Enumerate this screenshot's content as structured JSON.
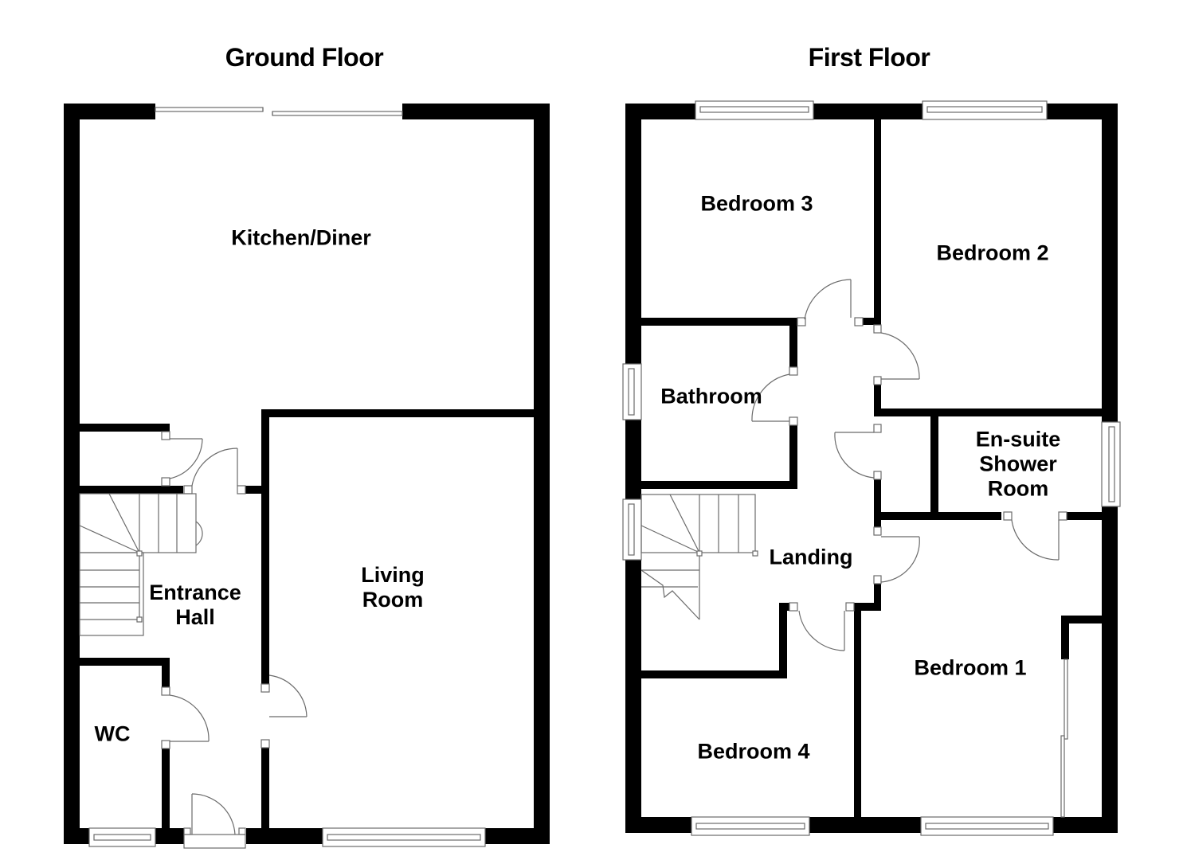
{
  "floors": [
    {
      "id": "ground",
      "title": "Ground Floor",
      "rooms": [
        {
          "id": "kitchen-diner",
          "lines": [
            "Kitchen/Diner"
          ]
        },
        {
          "id": "entrance-hall",
          "lines": [
            "Entrance",
            "Hall"
          ]
        },
        {
          "id": "living-room",
          "lines": [
            "Living",
            "Room"
          ]
        },
        {
          "id": "wc",
          "lines": [
            "WC"
          ]
        }
      ]
    },
    {
      "id": "first",
      "title": "First Floor",
      "rooms": [
        {
          "id": "bedroom-3",
          "lines": [
            "Bedroom 3"
          ]
        },
        {
          "id": "bedroom-2",
          "lines": [
            "Bedroom 2"
          ]
        },
        {
          "id": "bathroom",
          "lines": [
            "Bathroom"
          ]
        },
        {
          "id": "en-suite",
          "lines": [
            "En-suite",
            "Shower",
            "Room"
          ]
        },
        {
          "id": "landing",
          "lines": [
            "Landing"
          ]
        },
        {
          "id": "bedroom-1",
          "lines": [
            "Bedroom 1"
          ]
        },
        {
          "id": "bedroom-4",
          "lines": [
            "Bedroom 4"
          ]
        }
      ]
    }
  ],
  "colors": {
    "wall": "#000000",
    "fixture_line": "#6b6b6b",
    "background": "#ffffff"
  }
}
